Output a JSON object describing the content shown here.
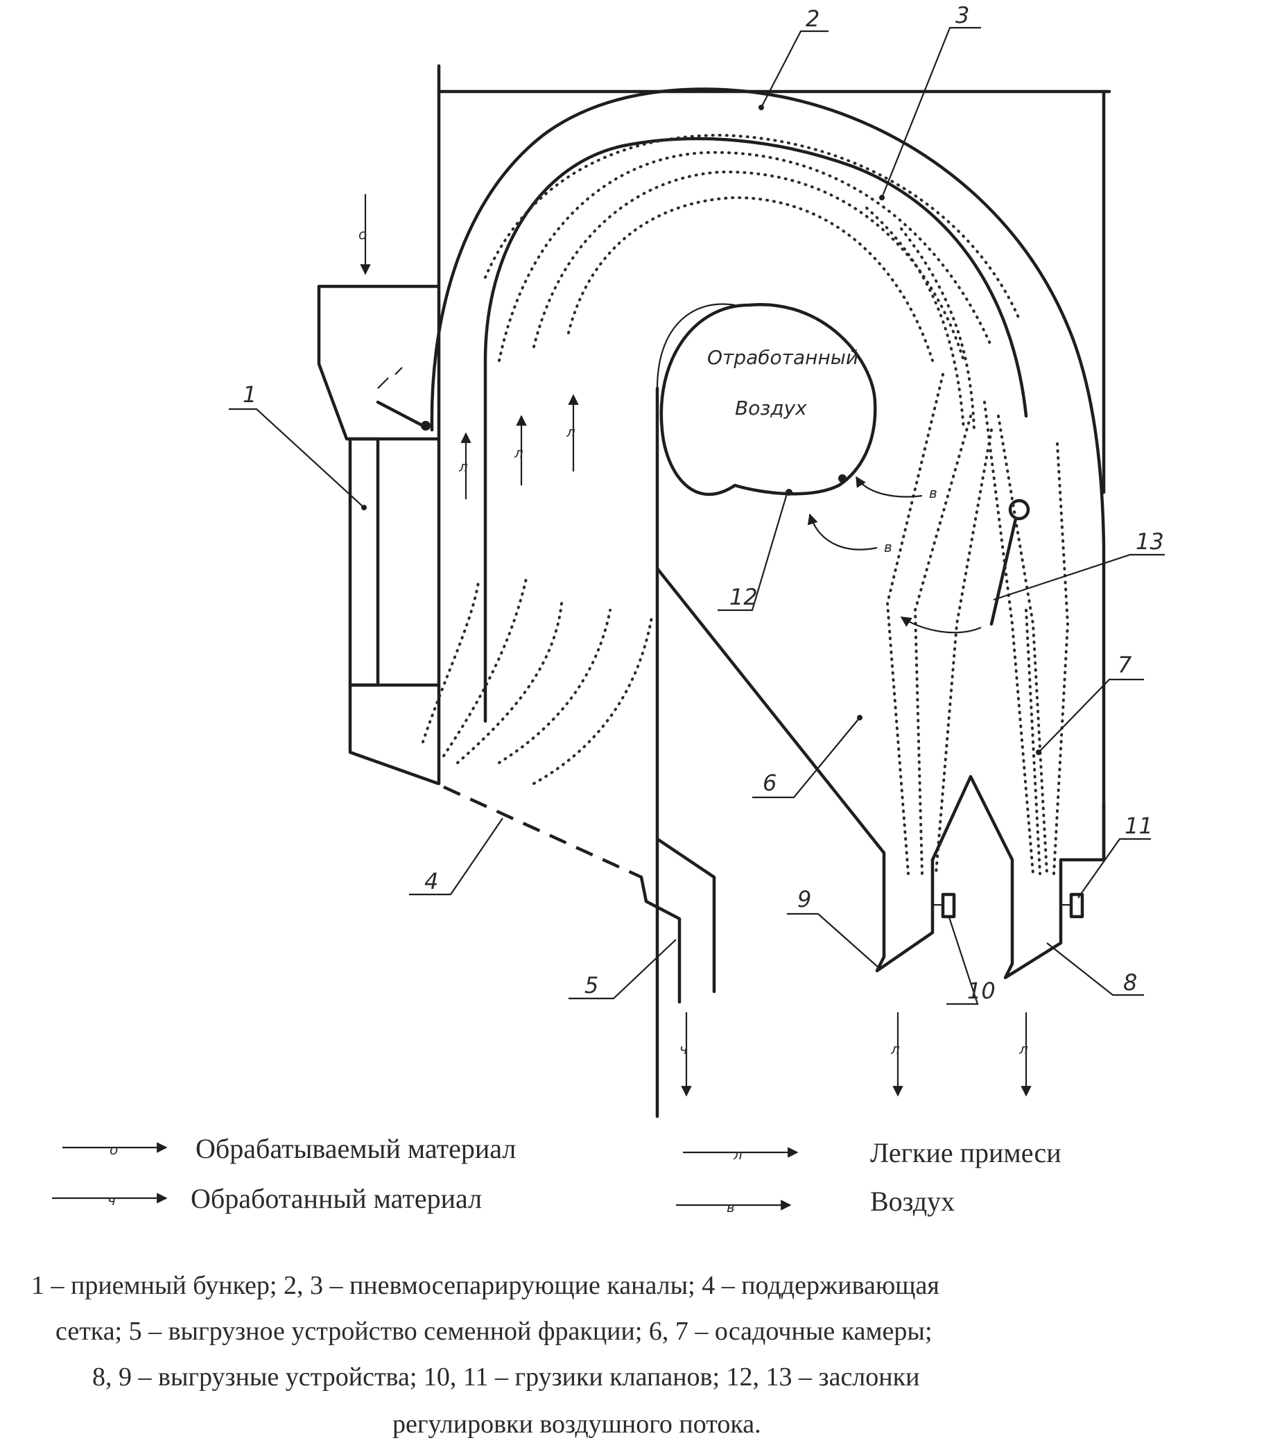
{
  "diagram": {
    "inner_chamber_text": [
      "Отработанный",
      "Воздух"
    ],
    "callouts": [
      "1",
      "2",
      "3",
      "4",
      "5",
      "6",
      "7",
      "8",
      "9",
      "10",
      "11",
      "12",
      "13"
    ],
    "flow_codes": {
      "processed_material": "о",
      "treated_material": "ч",
      "light_impurities": "л",
      "air": "в"
    }
  },
  "legend": [
    {
      "code": "о",
      "label": "Обрабатываемый материал"
    },
    {
      "code": "ч",
      "label": "Обработанный материал"
    },
    {
      "code": "л",
      "label": "Легкие примеси"
    },
    {
      "code": "в",
      "label": "Воздух"
    }
  ],
  "caption": [
    "1 – приемный бункер; 2, 3 – пневмосепарирующие каналы; 4 – поддерживающая",
    "сетка; 5 – выгрузное устройство семенной фракции; 6, 7 – осадочные камеры;",
    "8, 9 – выгрузные устройства; 10, 11 – грузики клапанов; 12, 13 – заслонки",
    "регулировки воздушного потока."
  ]
}
